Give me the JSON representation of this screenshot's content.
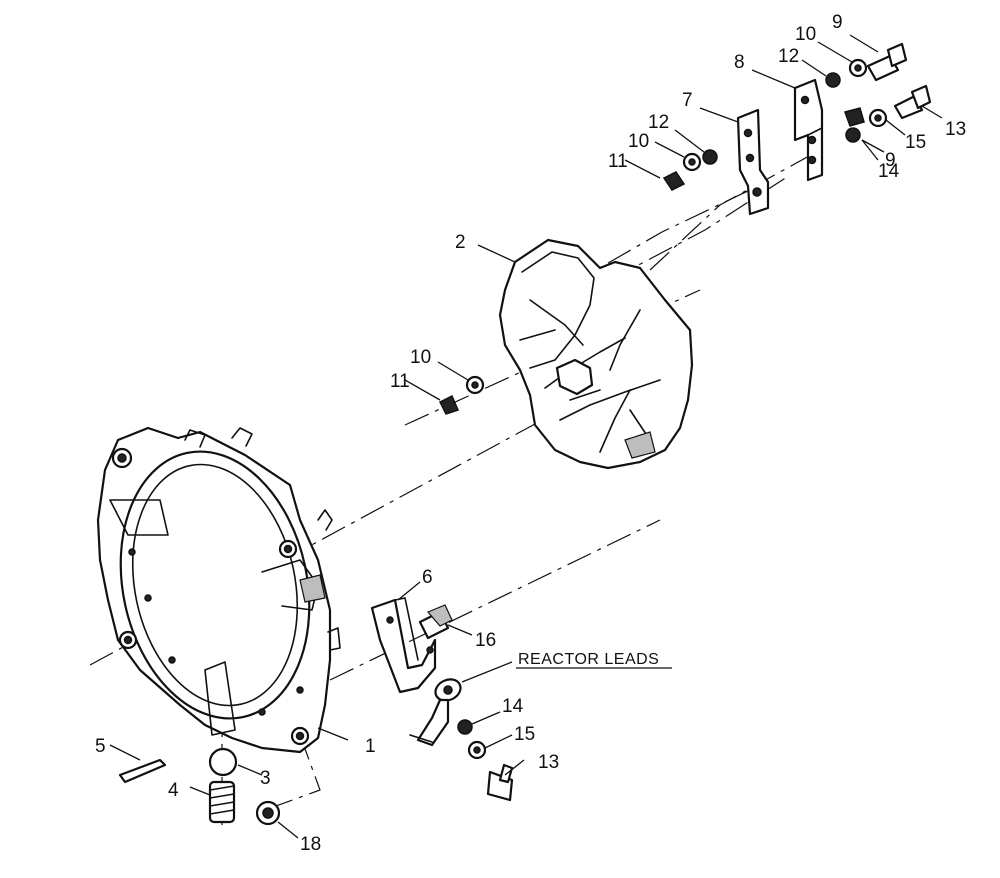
{
  "callouts": {
    "c1": "1",
    "c2": "2",
    "c3": "3",
    "c4": "4",
    "c5": "5",
    "c6": "6",
    "c7": "7",
    "c8": "8",
    "c9a": "9",
    "c9b": "9",
    "c10a": "10",
    "c10b": "10",
    "c10c": "10",
    "c11a": "11",
    "c11b": "11",
    "c12a": "12",
    "c12b": "12",
    "c13a": "13",
    "c13b": "13",
    "c14a": "14",
    "c14b": "14",
    "c15a": "15",
    "c15b": "15",
    "c16": "16",
    "c18": "18"
  },
  "notes": {
    "reactor_leads": "REACTOR LEADS"
  },
  "colors": {
    "ink": "#111111",
    "paper": "#ffffff",
    "shade": "#bdbdbd"
  }
}
